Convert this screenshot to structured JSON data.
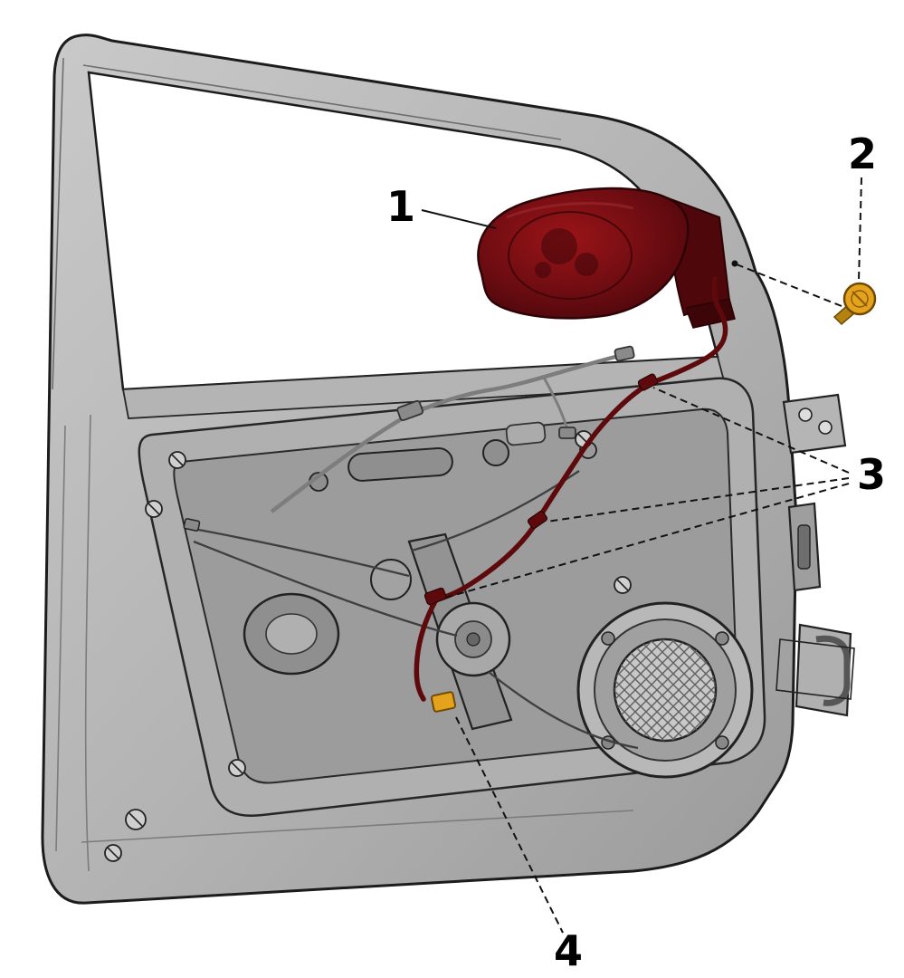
{
  "callouts": [
    {
      "label": "1"
    },
    {
      "label": "2"
    },
    {
      "label": "3"
    },
    {
      "label": "4"
    }
  ],
  "colors": {
    "mirror_red_light": "#9a1418",
    "mirror_red": "#6f0d12",
    "mirror_red_dark": "#45060a",
    "harness_red": "#5e0a0d",
    "hardware_orange": "#e5a21c",
    "door_gray_light": "#c6c6c6",
    "door_gray": "#a9a9a9",
    "outline": "#1c1c1c"
  }
}
